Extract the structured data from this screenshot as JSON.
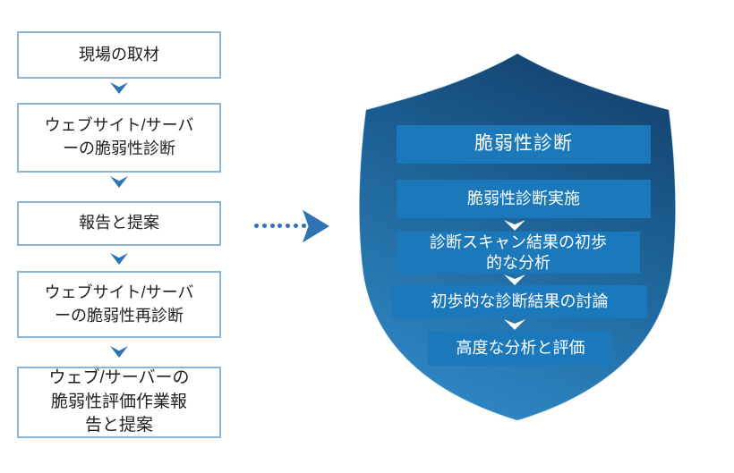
{
  "diagram": {
    "flowchart": {
      "steps": [
        {
          "label": "現場の取材"
        },
        {
          "label": "ウェブサイト/サーバ\nーの脆弱性診断"
        },
        {
          "label": "報告と提案"
        },
        {
          "label": "ウェブサイト/サーバ\nーの脆弱性再診断"
        },
        {
          "label": "ウェブ/サーバーの\n脆弱性評価作業報\n告と提案"
        }
      ]
    },
    "shield": {
      "title": "脆弱性診断",
      "steps": [
        {
          "label": "脆弱性診断実施"
        },
        {
          "label": "診断スキャン結果の初歩\n的な分析"
        },
        {
          "label": "初歩的な診断結果の討論"
        },
        {
          "label": "高度な分析と評価"
        }
      ]
    },
    "icons": {
      "flow_connector": "chevron-down-icon",
      "shield_connector": "chevron-down-icon",
      "transfer_arrow": "dotted-arrow-right-icon",
      "shield_shape": "shield-icon"
    },
    "colors": {
      "box_border": "#8ab5da",
      "box_text": "#1f1f1f",
      "arrow_blue": "#2e74b5",
      "shield_gradient_top": "#14426f",
      "shield_gradient_mid": "#1d6296",
      "shield_gradient_bottom": "#2f88c5",
      "shield_bar_fill": "#1b79bb",
      "shield_text": "#ffffff"
    }
  }
}
